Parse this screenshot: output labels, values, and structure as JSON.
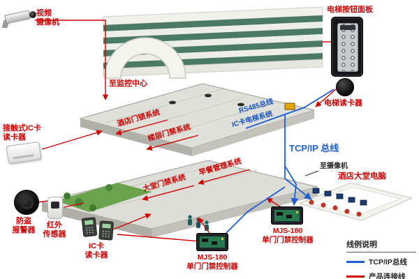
{
  "colors": {
    "label_red": "#cc0000",
    "bus_blue": "#1e5fd6",
    "line_red": "#d40000",
    "building_green": "#4a7a66"
  },
  "devices": {
    "camera": {
      "label": "视频\n摄像机"
    },
    "elevator_panel": {
      "label": "电梯按钮面板"
    },
    "elevator_reader": {
      "label": "电梯读卡器"
    },
    "contact_ic_reader": {
      "label": "接触式IC卡\n读卡器"
    },
    "burglar_alarm": {
      "label": "防盗\n报警器"
    },
    "ir_sensor": {
      "label": "红外\n传感器"
    },
    "ic_reader": {
      "label": "IC卡\n读卡器"
    },
    "door_controller_main": {
      "label": "MJS-180\n单门门禁控制器"
    },
    "door_controller_right": {
      "label": "MJS-180\n单门门禁控制器"
    },
    "lobby_computer": {
      "label": "酒店大堂电脑"
    }
  },
  "annotations": {
    "to_monitoring_center": "至监控中心",
    "to_camera": "至摄像机",
    "tcpip_bus": "TCP/IP 总线",
    "rs485_bus": "RS485总线",
    "ic_card_elevator_system": "IC卡电梯系统",
    "hotel_door_lock_system": "酒店门锁系统",
    "floor_access_system": "楼层门禁系统",
    "breakfast_mgmt_system": "早餐管理系统",
    "lobby_access_system": "大堂门禁系统"
  },
  "legend": {
    "title": "线例说明",
    "items": [
      {
        "label": "TCP/IP总线",
        "color": "#1e5fd6"
      },
      {
        "label": "产品连接线",
        "color": "#d40000"
      }
    ]
  }
}
